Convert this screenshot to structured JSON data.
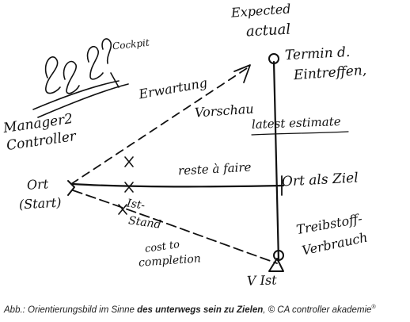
{
  "labels": {
    "expected": "Expected",
    "actual": "actual",
    "termin": "Termin d.",
    "eintreffen": "Eintreffen,",
    "cockpit": "Cockpit",
    "manager": "Manager2",
    "controller": "Controller",
    "erwartung": "Erwartung",
    "vorschau": "Vorschau",
    "latest_estimate": "latest estimate",
    "ort_start": "Ort",
    "start": "(Start)",
    "reste_a_faire": "reste à faire",
    "ort_als_ziel": "Ort als Ziel",
    "ist": "Ist-",
    "stand": "Stand",
    "cost_to": "cost to",
    "completion": "completion",
    "treibstoff": "Treibstoff-",
    "verbrauch": "Verbrauch",
    "v_ist": "V Ist"
  },
  "caption": {
    "prefix": "Abb.: Orientierungsbild im Sinne ",
    "emphasis": "des unterwegs sein zu Zielen",
    "suffix": ", © CA controller akademie",
    "reg": "®"
  },
  "colors": {
    "ink": "#111111",
    "caption_text": "#222222",
    "background": "#ffffff"
  }
}
